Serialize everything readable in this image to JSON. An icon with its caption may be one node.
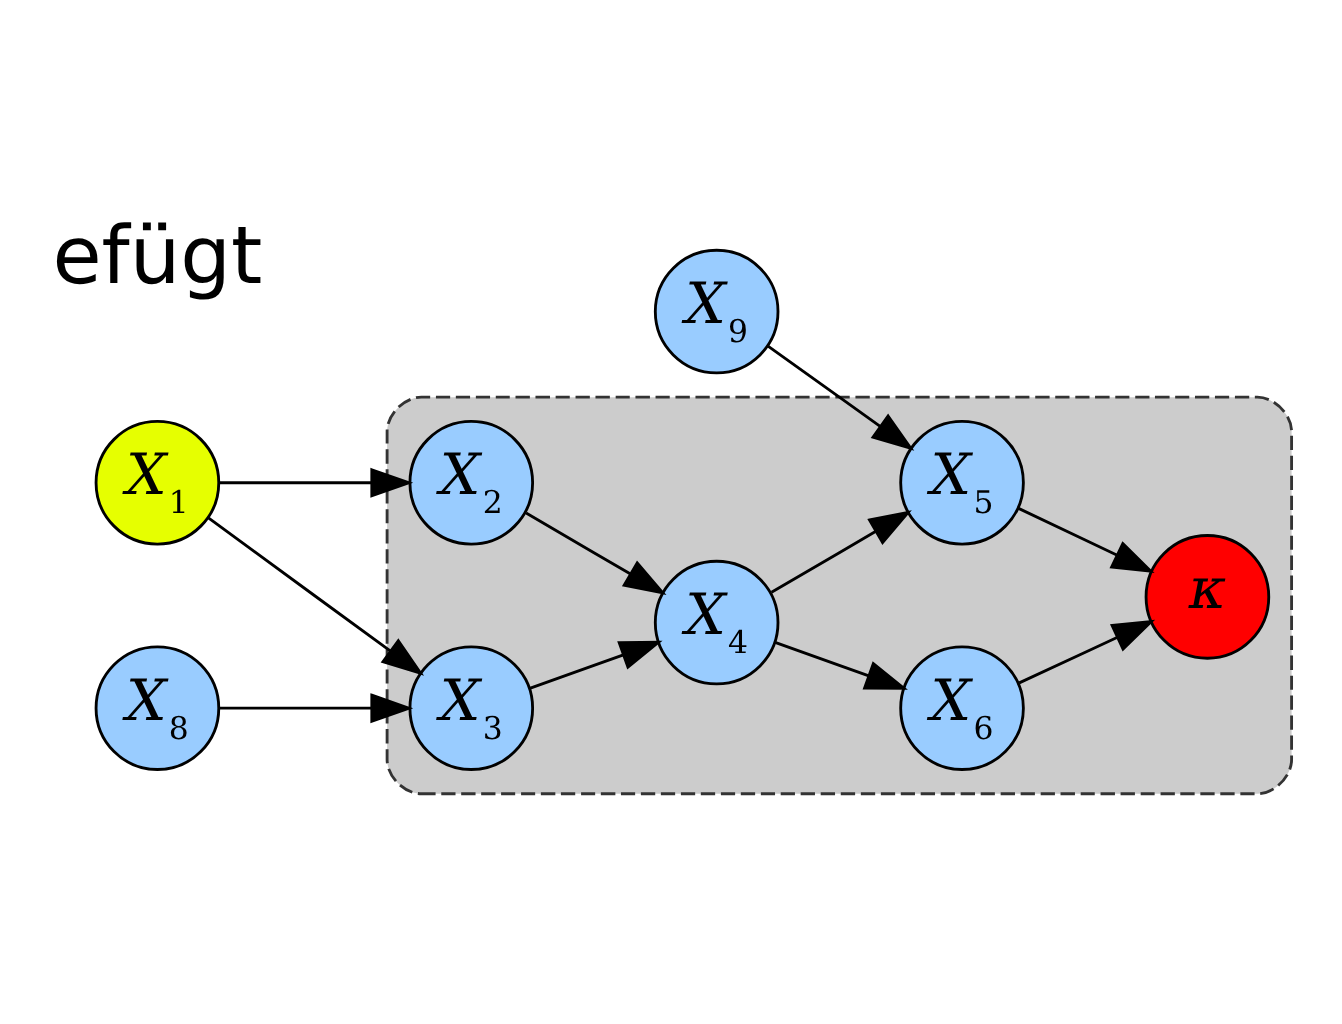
{
  "diagram": {
    "nodes": [
      {
        "text": [
          "X$_{9}$"
        ]
      },
      {
        "text": [],
        "shape": "ellipse"
      },
      {
        "text": [
          "X$_{1}$"
        ]
      },
      {
        "text": [
          "X$_{2}$"
        ],
        "in": 1
      },
      {
        "text": [
          "X$_{3}$"
        ],
        "in": 1
      },
      {
        "text": [
          "X$_{4}$"
        ],
        "in": 1
      },
      {
        "text": [
          "X$_{5}$"
        ],
        "in": 1
      },
      {
        "text": [
          "X$_{6}$"
        ],
        "in": 1
      },
      {
        "text": [
          "κ"
        ],
        "in": 1
      },
      {
        "text": [
          "X$_{8}$"
        ]
      }
    ],
    "edges": [
      {
        "from": 2,
        "to": 3,
        "arrow": "to"
      },
      {
        "from": 2,
        "to": 4,
        "arrow": "to"
      },
      {
        "from": 9,
        "to": 4,
        "arrow": "to"
      },
      {
        "from": 3,
        "to": 5,
        "arrow": "to"
      },
      {
        "from": 4,
        "to": 5,
        "arrow": "to"
      },
      {
        "from": 5,
        "to": 6,
        "arrow": "to"
      },
      {
        "from": 5,
        "to": 7,
        "arrow": "to"
      },
      {
        "from": 0,
        "to": 6,
        "arrow": "to"
      },
      {
        "from": 6,
        "to": 8,
        "arrow": "to"
      },
      {
        "from": 7,
        "to": 8,
        "arrow": "to"
      }
    ],
    "labels": [
      "efügt"
    ]
  }
}
